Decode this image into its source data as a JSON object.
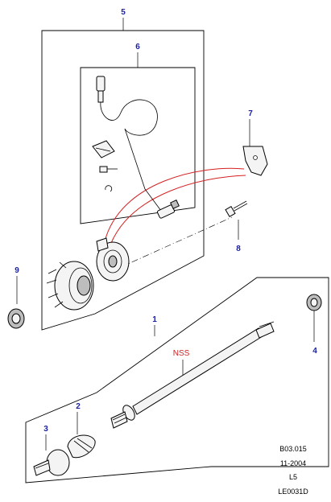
{
  "callouts": {
    "c1": "1",
    "c2": "2",
    "c3": "3",
    "c4": "4",
    "c5": "5",
    "c6": "6",
    "c7": "7",
    "c8": "8",
    "c9": "9"
  },
  "annotation": {
    "nss": "NSS"
  },
  "reference_block": {
    "line1": "B03.015",
    "line2": "11-2004",
    "line3": "L5",
    "line4": "LE0031D"
  },
  "colors": {
    "callout": "#1a1f9e",
    "annotation": "#d42020",
    "sensor_path": "#d42020",
    "line": "#000000"
  }
}
